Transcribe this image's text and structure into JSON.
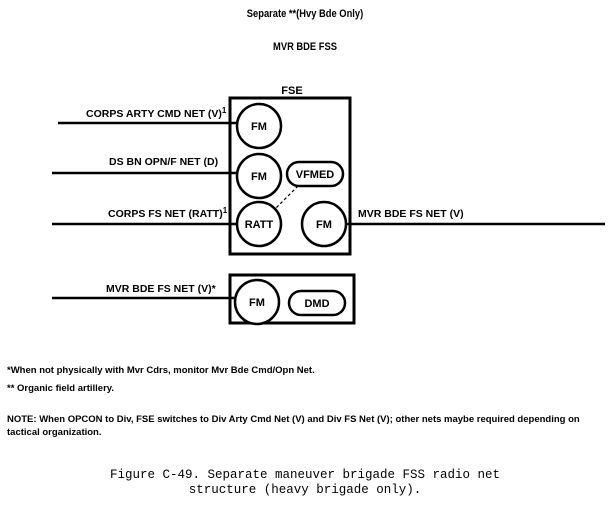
{
  "header": {
    "line1": "Separate **(Hvy Bde Only)",
    "line2": "MVR BDE FSS"
  },
  "diagram": {
    "fse_label": "FSE",
    "nets": {
      "corps_arty": "CORPS ARTY CMD NET (V)",
      "corps_arty_sup": "1",
      "ds_bn": "DS BN OPN/F NET (D)",
      "corps_fs": "CORPS FS NET (RATT)",
      "corps_fs_sup": "1",
      "mvr_right": "MVR BDE FS NET (V)",
      "mvr_lower": "MVR BDE FS NET (V)*"
    },
    "nodes": {
      "fm1": "FM",
      "fm2": "FM",
      "vfmed": "VFMED",
      "ratt": "RATT",
      "fm3": "FM",
      "fm4": "FM",
      "dmd": "DMD"
    }
  },
  "notes": {
    "asterisk": "*When not physically with Mvr Cdrs, monitor Mvr Bde Cmd/Opn Net.",
    "double_asterisk": "** Organic field artillery.",
    "note": "NOTE:  When OPCON to Div, FSE switches to Div Arty Cmd Net (V) and Div FS Net (V); other nets maybe required depending on tactical organization."
  },
  "caption": {
    "line1": "Figure C-49. Separate maneuver brigade FSS radio net",
    "line2": "structure (heavy brigade only)."
  }
}
